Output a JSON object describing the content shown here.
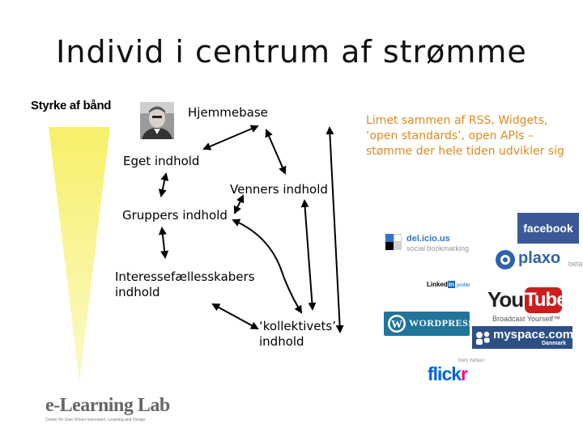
{
  "title": "Individ i centrum af strømme",
  "strength_label": "Styrke af bånd",
  "nodes": {
    "home": "Hjemmebase",
    "own": "Eget indhold",
    "friends": "Venners indhold",
    "groups": "Gruppers indhold",
    "interest": [
      "Interessefællesskabers",
      "indhold"
    ],
    "collective": [
      "‘kollektivets’",
      "indhold"
    ]
  },
  "description": "Limet sammen af RSS, Widgets, ‘open standards’, open APIs – stømme der hele tiden udvikler sig",
  "logos": {
    "delicious": {
      "name": "del.icio.us",
      "tagline": "social bookmarking"
    },
    "facebook": "facebook",
    "plaxo": {
      "name": "plaxo",
      "suffix": "beta"
    },
    "linkedin": {
      "pre": "Linked",
      "in": "in",
      "post": "profile"
    },
    "youtube": {
      "you": "You",
      "tube": "Tube",
      "tagline": "Broadcast Yourself™"
    },
    "wordpress": "WordPress",
    "myspace": {
      "name": "myspace.com",
      "sub": "Danmark"
    },
    "flickr": {
      "name": "flickr",
      "small": "from Yahoo!"
    }
  },
  "footer_logo": {
    "name": "e-Learning Lab",
    "tagline": "Center for User Driven Innovation, Learning and Design"
  },
  "colors": {
    "funnel_top": "#f7f06a",
    "funnel_bottom": "#fbf9c8",
    "description": "#e08a1e",
    "facebook": "#3b5998",
    "youtube": "#cc1d1d",
    "myspace": "#2c4f86",
    "wordpress": "#21759b",
    "flickr_blue": "#0063dc",
    "flickr_pink": "#ff0084"
  }
}
